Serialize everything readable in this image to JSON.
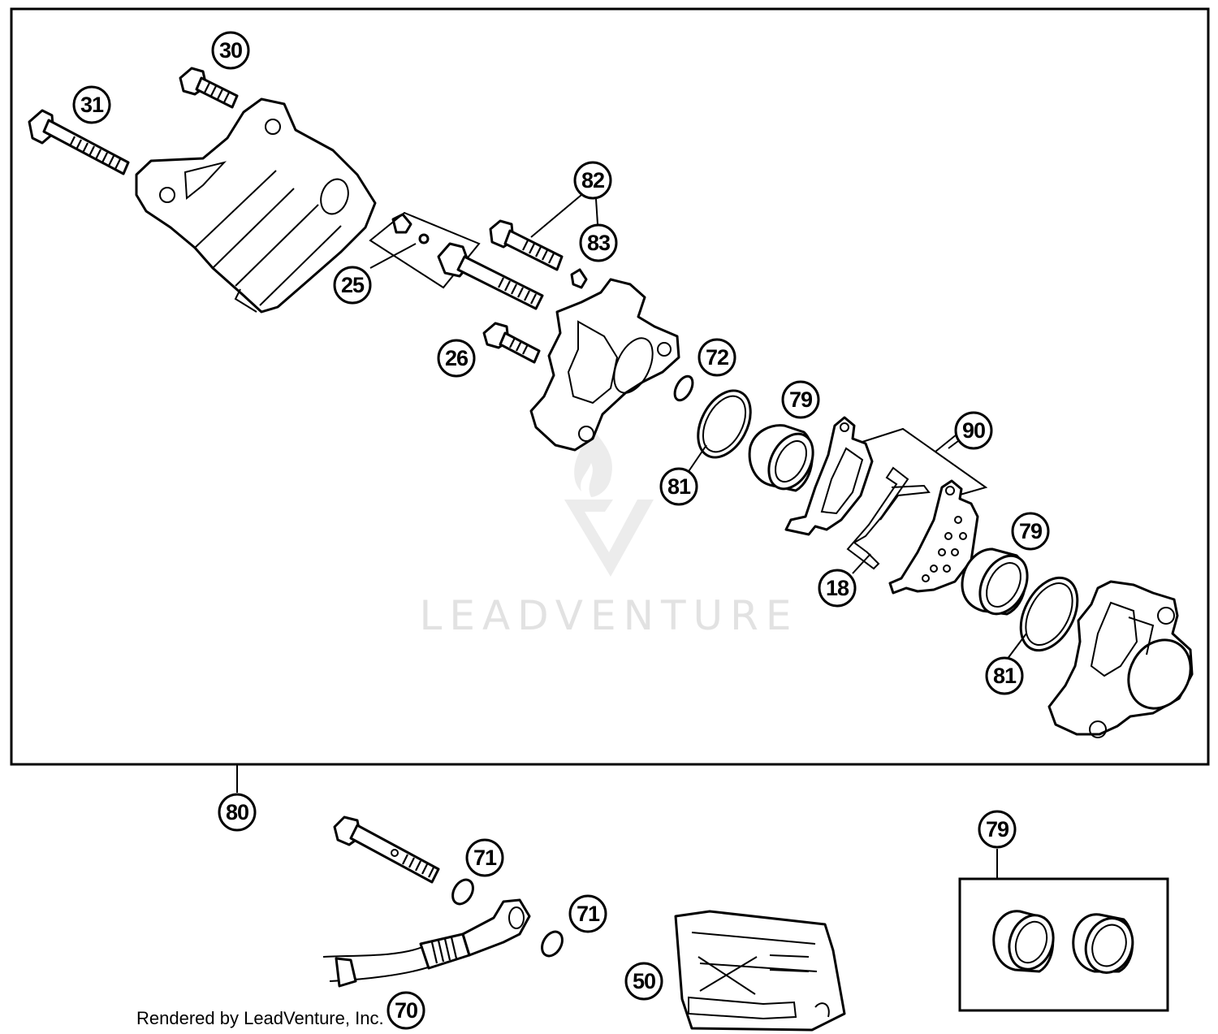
{
  "watermark": {
    "brand": "LEADVENTURE"
  },
  "credit": "Rendered by LeadVenture, Inc.",
  "colors": {
    "line": "#000000",
    "background": "#ffffff",
    "watermark": "#e2e2e2"
  },
  "callouts": {
    "p30": "30",
    "p31": "31",
    "p82": "82",
    "p83": "83",
    "p25": "25",
    "p26": "26",
    "p72": "72",
    "p79a": "79",
    "p79b": "79",
    "p79c": "79",
    "p90": "90",
    "p81a": "81",
    "p81b": "81",
    "p18": "18",
    "p80": "80",
    "p71a": "71",
    "p71b": "71",
    "p50": "50",
    "p70": "70"
  }
}
